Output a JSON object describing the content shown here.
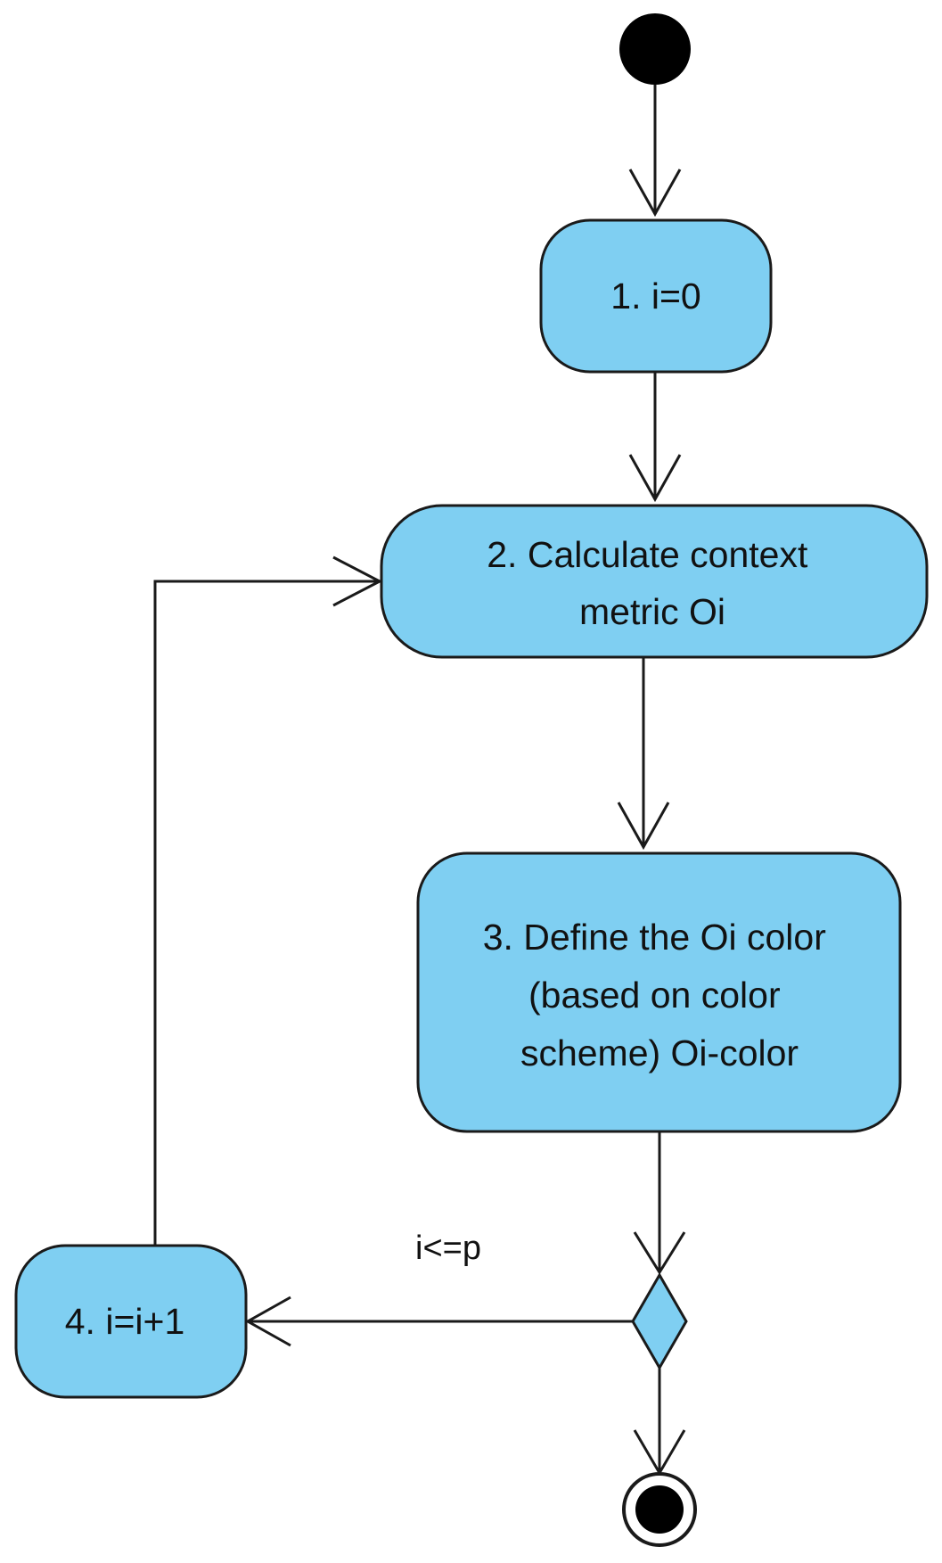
{
  "diagram": {
    "nodes": {
      "step1": {
        "lines": [
          "1. i=0"
        ]
      },
      "step2": {
        "lines": [
          "2. Calculate context",
          "metric Oi"
        ]
      },
      "step3": {
        "lines": [
          "3. Define the Oi color",
          "(based on color",
          "scheme) Oi-color"
        ]
      },
      "step4": {
        "lines": [
          "4. i=i+1"
        ]
      }
    },
    "guard": "i<=p",
    "colors": {
      "node_fill": "#7fcff2",
      "stroke": "#1a1a1a",
      "initial_node": "#000000"
    }
  }
}
